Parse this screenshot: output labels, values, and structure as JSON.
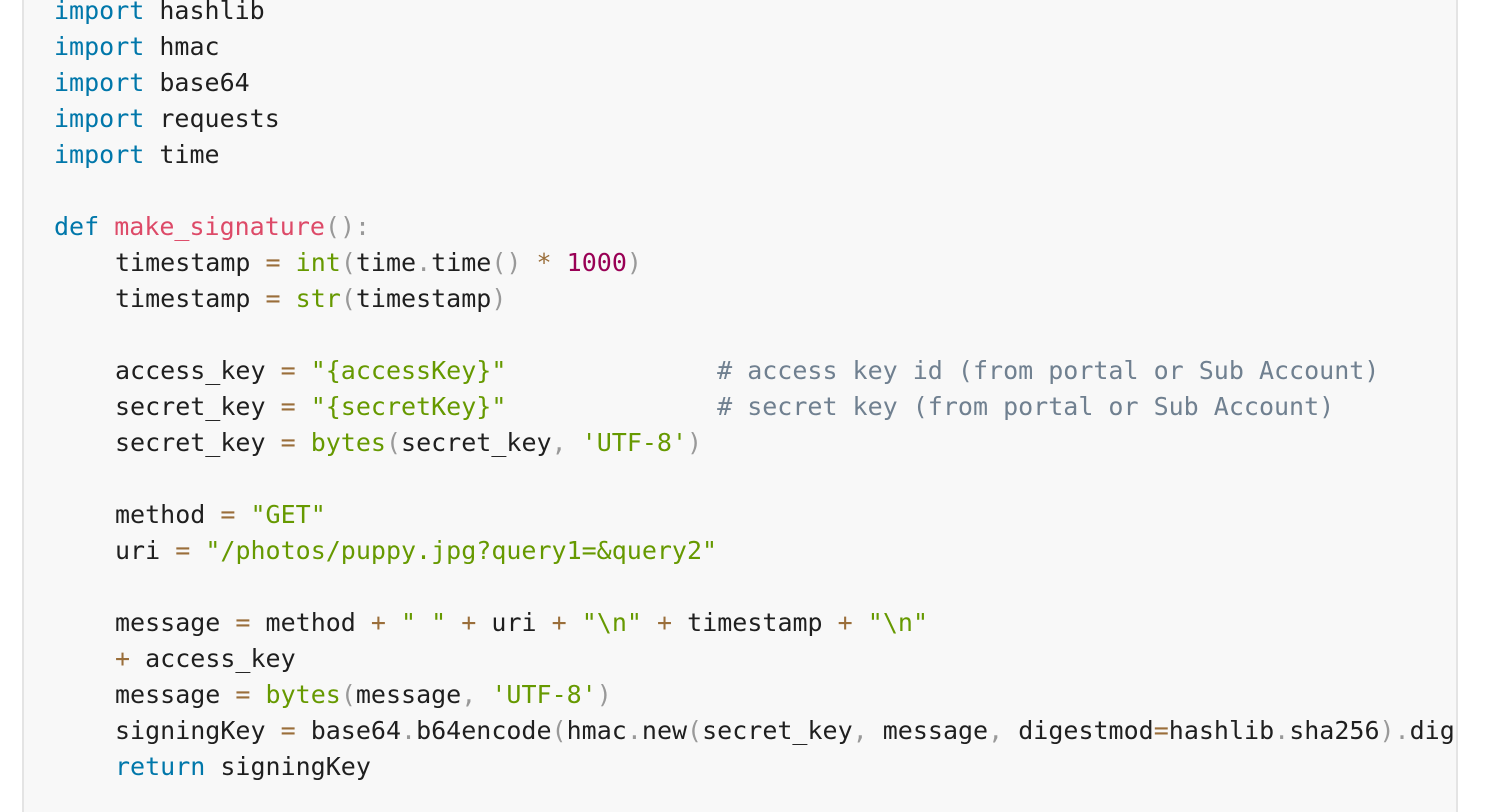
{
  "code": {
    "language": "python",
    "keywords": {
      "import": "import",
      "def": "def",
      "return": "return"
    },
    "modules": {
      "hashlib": "hashlib",
      "hmac": "hmac",
      "base64": "base64",
      "requests": "requests",
      "time": "time"
    },
    "function_name": "make_signature",
    "builtins": {
      "int": "int",
      "str": "str",
      "bytes": "bytes"
    },
    "identifiers": {
      "timestamp": "timestamp",
      "time": "time",
      "access_key": "access_key",
      "secret_key": "secret_key",
      "method": "method",
      "uri": "uri",
      "message": "message",
      "signing_key": "signingKey",
      "base64": "base64",
      "b64encode": "b64encode",
      "hmac": "hmac",
      "new": "new",
      "digestmod": "digestmod",
      "hashlib": "hashlib",
      "sha256": "sha256",
      "dig": "dig"
    },
    "numbers": {
      "thousand": "1000"
    },
    "strings": {
      "access_key_value": "\"{accessKey}\"",
      "secret_key_value": "\"{secretKey}\"",
      "utf8": "'UTF-8'",
      "method_value": "\"GET\"",
      "uri_value": "\"/photos/puppy.jpg?query1=&query2\"",
      "space": "\" \"",
      "newline": "\"\\n\""
    },
    "comments": {
      "access_key": "# access key id (from portal or Sub Account)",
      "secret_key": "# secret key (from portal or Sub Account)"
    }
  },
  "colors": {
    "keyword": "#0077aa",
    "function": "#dd4a68",
    "builtin": "#669900",
    "string": "#669900",
    "number": "#990055",
    "operator": "#9a6e3a",
    "punctuation": "#999999",
    "comment": "#708090",
    "text": "#1f1f1f",
    "background": "#f8f8f8"
  }
}
